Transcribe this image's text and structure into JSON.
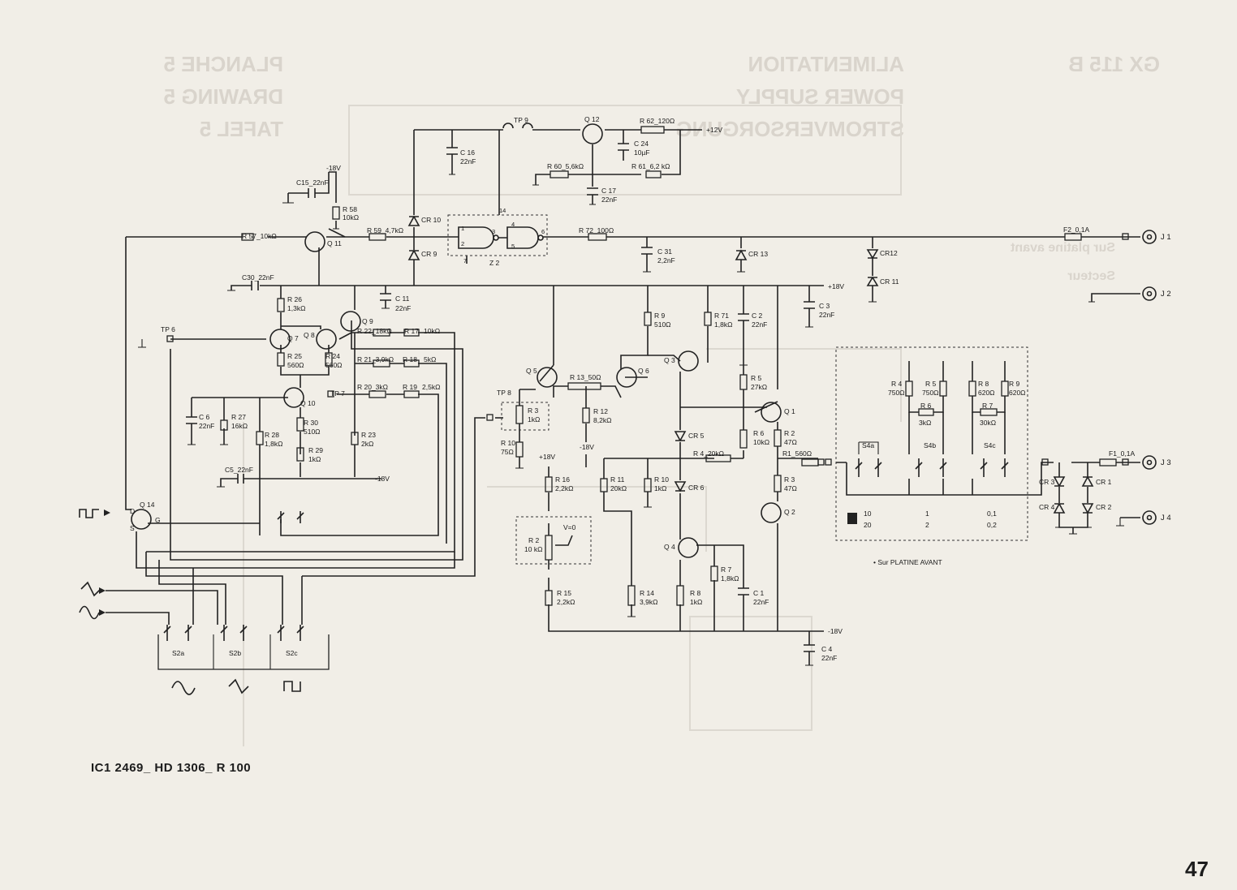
{
  "bleed_through": {
    "planche": "PLANCHE 5",
    "drawing": "DRAWING 5",
    "tafel": "TAFEL 5",
    "alimentation": "ALIMENTATION",
    "power_supply": "POWER SUPPLY",
    "stromversorgung": "STROMVERSORGUNG",
    "model": "GX 115 B",
    "sur_platine": "Sur platine avant",
    "secteur": "Secteur"
  },
  "footer": {
    "reference": "IC1 2469_ HD 1306_ R 100",
    "page_number": "47"
  },
  "front_panel_note": "• Sur PLATINE AVANT",
  "rails": {
    "plus12": "+12V",
    "plus18": "+18V",
    "minus18": "-18V"
  },
  "components": {
    "q11": "Q 11",
    "q9": "Q 9",
    "q7": "Q 7",
    "q8": "Q 8",
    "q10": "Q 10",
    "q14": "Q 14",
    "q12": "Q 12",
    "q5": "Q 5",
    "q6": "Q 6",
    "q3": "Q 3",
    "q1": "Q 1",
    "q2": "Q 2",
    "q4": "Q 4",
    "r57": "R 57_10kΩ",
    "r58": "R 58",
    "r58v": "10kΩ",
    "r59": "R 59_4,7kΩ",
    "r26": "R 26",
    "r26v": "1,3kΩ",
    "r22": "R 22_18kΩ",
    "r17": "R 17",
    "r17v": "10kΩ",
    "r21": "R 21_3,9kΩ",
    "r18": "R 18",
    "r18v": "5kΩ",
    "r20": "R 20_3kΩ",
    "r19": "R 19",
    "r19v": "2,5kΩ",
    "r25": "R 25",
    "r25v": "560Ω",
    "r24": "R 24",
    "r24v": "560Ω",
    "r27": "R 27",
    "r27v": "16kΩ",
    "r28": "R 28",
    "r28v": "1,8kΩ",
    "r30": "R 30",
    "r30v": "510Ω",
    "r29": "R 29",
    "r29v": "1kΩ",
    "r23": "R 23",
    "r23v": "2kΩ",
    "r62": "R 62_120Ω",
    "r60": "R 60_5,6kΩ",
    "r61": "R 61_6,2 kΩ",
    "r72": "R 72_100Ω",
    "r9": "R 9",
    "r9v": "510Ω",
    "r71": "R 71",
    "r71v": "1,8kΩ",
    "r13": "R 13_50Ω",
    "r12": "R 12",
    "r12v": "8,2kΩ",
    "r3": "R 3",
    "r3v": "1kΩ",
    "r10a": "R 10",
    "r10av": "75Ω",
    "r5": "R 5",
    "r5v": "27kΩ",
    "r6": "R 6",
    "r6v": "10kΩ",
    "r2a": "R 2",
    "r2av": "47Ω",
    "r4": "R 4_20kΩ",
    "r1": "R1_560Ω",
    "r3b": "R 3",
    "r3bv": "47Ω",
    "r10b": "R 10",
    "r10bv": "1kΩ",
    "r11": "R 11",
    "r11v": "20kΩ",
    "r16": "R 16",
    "r16v": "2,2kΩ",
    "r2b": "R 2",
    "r2bv": "10 kΩ",
    "r15": "R 15",
    "r15v": "2,2kΩ",
    "r14": "R 14",
    "r14v": "3,9kΩ",
    "r8": "R 8",
    "r8v": "1kΩ",
    "r7": "R 7",
    "r7v": "1,8kΩ",
    "c15": "C15_22nF",
    "c30": "C30_22nF",
    "c11": "C 11",
    "c11v": "22nF",
    "c6": "C 6",
    "c6v": "22nF",
    "c5": "C5_22nF",
    "c16": "C 16",
    "c16v": "22nF",
    "c24": "C 24",
    "c24v": "10µF",
    "c17": "C 17",
    "c17v": "22nF",
    "c31": "C 31",
    "c31v": "2,2nF",
    "c2": "C 2",
    "c2v": "22nF",
    "c3": "C 3",
    "c3v": "22nF",
    "c1": "C 1",
    "c1v": "22nF",
    "c4": "C 4",
    "c4v": "22nF",
    "cr10": "CR 10",
    "cr9": "CR 9",
    "cr13": "CR 13",
    "cr12": "CR12",
    "cr11": "CR 11",
    "cr5": "CR 5",
    "cr6": "CR 6",
    "cr3": "CR 3",
    "cr4": "CR 4",
    "cr1": "CR 1",
    "cr2": "CR 2",
    "tp6": "TP 6",
    "tp7": "TP 7",
    "tp8": "TP 8",
    "tp9": "TP 9",
    "z2": "Z 2",
    "f1": "F1_0,1A",
    "f2": "F2_0,1A",
    "j1": "J 1",
    "j2": "J 2",
    "j3": "J 3",
    "j4": "J 4",
    "s2a": "S2a",
    "s2b": "S2b",
    "s2c": "S2c",
    "s4a": "S4a",
    "s4b": "S4b",
    "s4c": "S4c",
    "v0": "V=0",
    "pin_d": "D",
    "pin_g": "G",
    "pin_s": "S"
  },
  "attenuator": {
    "r4": "R 4",
    "r4v": "750Ω",
    "r5": "R 5",
    "r5v": "750Ω",
    "r8": "R 8",
    "r8v": "620Ω",
    "r9": "R 9",
    "r9v": "620Ω",
    "r6": "R 6",
    "r6v": "3kΩ",
    "r7": "R 7",
    "r7v": "30kΩ",
    "table": [
      [
        "10",
        "1",
        "0,1"
      ],
      [
        "20",
        "2",
        "0,2"
      ]
    ]
  },
  "gate_pins": {
    "p1": "1",
    "p2": "2",
    "p3": "3",
    "p4": "4",
    "p5": "5",
    "p6": "6",
    "p7": "7",
    "p14": "14"
  }
}
